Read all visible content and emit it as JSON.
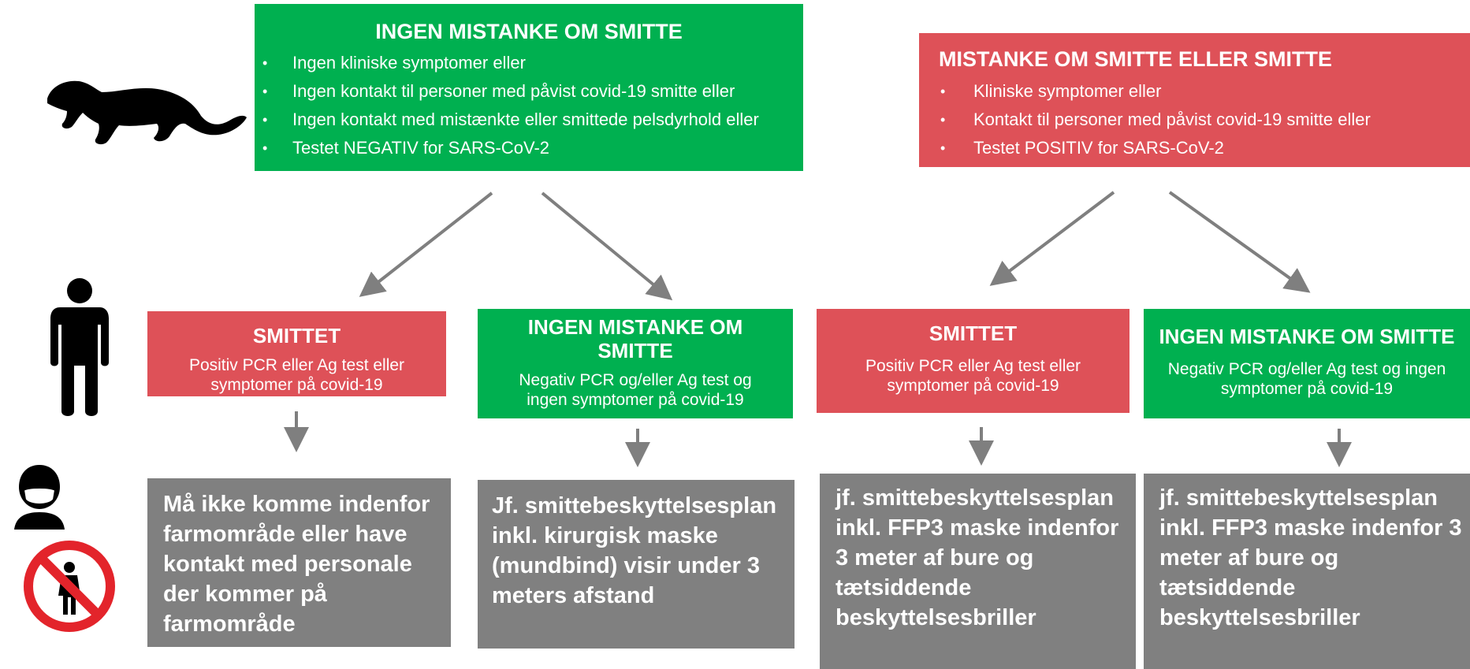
{
  "top_left": {
    "title": "INGEN MISTANKE OM SMITTE",
    "bullets": [
      "Ingen kliniske symptomer eller",
      "Ingen kontakt til personer med påvist covid-19 smitte eller",
      "Ingen kontakt med mistænkte eller smittede pelsdyrhold eller",
      "Testet NEGATIV for SARS-CoV-2"
    ]
  },
  "top_right": {
    "title": "MISTANKE OM SMITTE ELLER SMITTE",
    "bullets": [
      "Kliniske symptomer eller",
      "Kontakt til personer med påvist covid-19 smitte eller",
      "Testet POSITIV for SARS-CoV-2"
    ]
  },
  "mid": [
    {
      "title": "SMITTET",
      "text": "Positiv PCR eller Ag test eller symptomer på covid-19"
    },
    {
      "title": "INGEN MISTANKE OM SMITTE",
      "text": "Negativ PCR og/eller Ag test og ingen symptomer på covid-19"
    },
    {
      "title": "SMITTET",
      "text": "Positiv PCR eller Ag test eller symptomer på covid-19"
    },
    {
      "title": "INGEN MISTANKE OM SMITTE",
      "text": "Negativ PCR og/eller Ag test og ingen symptomer på covid-19"
    }
  ],
  "bottom": [
    "Må ikke komme indenfor farmområde eller have kontakt med personale der kommer på farmområde",
    "Jf. smittebeskyttelsesplan inkl. kirurgisk maske (mundbind) visir under 3 meters afstand",
    "jf. smittebeskyttelsesplan inkl. FFP3 maske indenfor 3 meter af bure og tætsiddende beskyttelsesbriller",
    "jf. smittebeskyttelsesplan inkl. FFP3 maske indenfor 3 meter af bure og tætsiddende beskyttelsesbriller"
  ],
  "colors": {
    "green": "#00b050",
    "red": "#de5158",
    "grey": "#808080",
    "arrow": "#7f7f7f"
  },
  "icons": [
    "mink-icon",
    "person-icon",
    "masked-person-icon",
    "no-entry-person-icon"
  ]
}
